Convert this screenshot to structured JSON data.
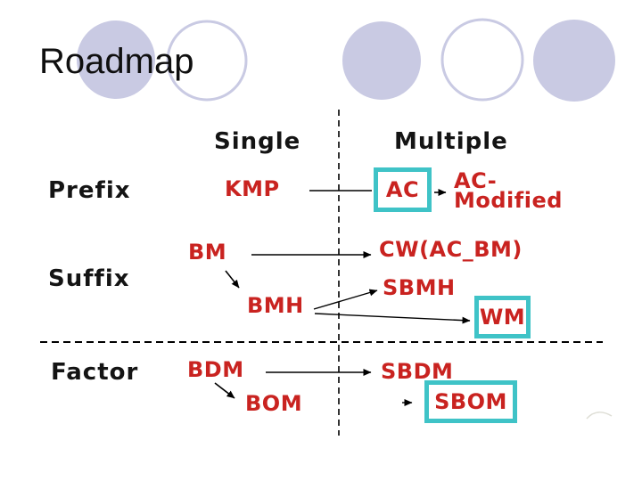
{
  "slide": {
    "title": "Roadmap"
  },
  "colors": {
    "background": "#ffffff",
    "decor_lavender": "#c9cae3",
    "node_red": "#c92320",
    "highlight_teal": "#3fc3c7",
    "text_black": "#141414",
    "line_black": "#000000"
  },
  "decor": {
    "circles": [
      {
        "style": "filled"
      },
      {
        "style": "outline"
      },
      {
        "style": "filled"
      },
      {
        "style": "outline"
      },
      {
        "style": "filled"
      }
    ]
  },
  "diagram": {
    "column_headers": [
      {
        "label": "Single"
      },
      {
        "label": "Multiple"
      }
    ],
    "row_headers": [
      {
        "label": "Prefix"
      },
      {
        "label": "Suffix"
      },
      {
        "label": "Factor"
      }
    ],
    "nodes": [
      {
        "id": "kmp",
        "label": "KMP",
        "row": "Prefix",
        "col": "Single",
        "highlighted": false
      },
      {
        "id": "ac",
        "label": "AC",
        "row": "Prefix",
        "col": "Multiple",
        "highlighted": true
      },
      {
        "id": "ac-modified",
        "label": "AC-Modified",
        "line1": "AC-",
        "line2": "Modified",
        "row": "Prefix",
        "col": "Multiple",
        "highlighted": false
      },
      {
        "id": "bm",
        "label": "BM",
        "row": "Suffix",
        "col": "Single",
        "highlighted": false
      },
      {
        "id": "cw",
        "label": "CW(AC_BM)",
        "row": "Suffix",
        "col": "Multiple",
        "highlighted": false
      },
      {
        "id": "sbmh",
        "label": "SBMH",
        "row": "Suffix",
        "col": "Multiple",
        "highlighted": false
      },
      {
        "id": "bmh",
        "label": "BMH",
        "row": "Suffix",
        "col": "Single",
        "highlighted": false
      },
      {
        "id": "wm",
        "label": "WM",
        "row": "Suffix",
        "col": "Multiple",
        "highlighted": true
      },
      {
        "id": "bdm",
        "label": "BDM",
        "row": "Factor",
        "col": "Single",
        "highlighted": false
      },
      {
        "id": "sbdm",
        "label": "SBDM",
        "row": "Factor",
        "col": "Multiple",
        "highlighted": false
      },
      {
        "id": "bom",
        "label": "BOM",
        "row": "Factor",
        "col": "Single",
        "highlighted": false
      },
      {
        "id": "sbom",
        "label": "SBOM",
        "row": "Factor",
        "col": "Multiple",
        "highlighted": true
      }
    ],
    "edges": [
      {
        "from": "KMP",
        "to": "AC",
        "arrowhead": false
      },
      {
        "from": "AC",
        "to": "AC-Modified",
        "arrowhead": true
      },
      {
        "from": "BM",
        "to": "CW(AC_BM)",
        "arrowhead": true
      },
      {
        "from": "BM",
        "to": "BMH",
        "arrowhead": true
      },
      {
        "from": "BMH",
        "to": "SBMH",
        "arrowhead": true
      },
      {
        "from": "BMH",
        "to": "WM",
        "arrowhead": true
      },
      {
        "from": "BDM",
        "to": "SBDM",
        "arrowhead": true
      },
      {
        "from": "BDM",
        "to": "BOM",
        "arrowhead": true
      },
      {
        "from": "BOM",
        "to": "SBOM",
        "arrowhead": true
      }
    ]
  }
}
